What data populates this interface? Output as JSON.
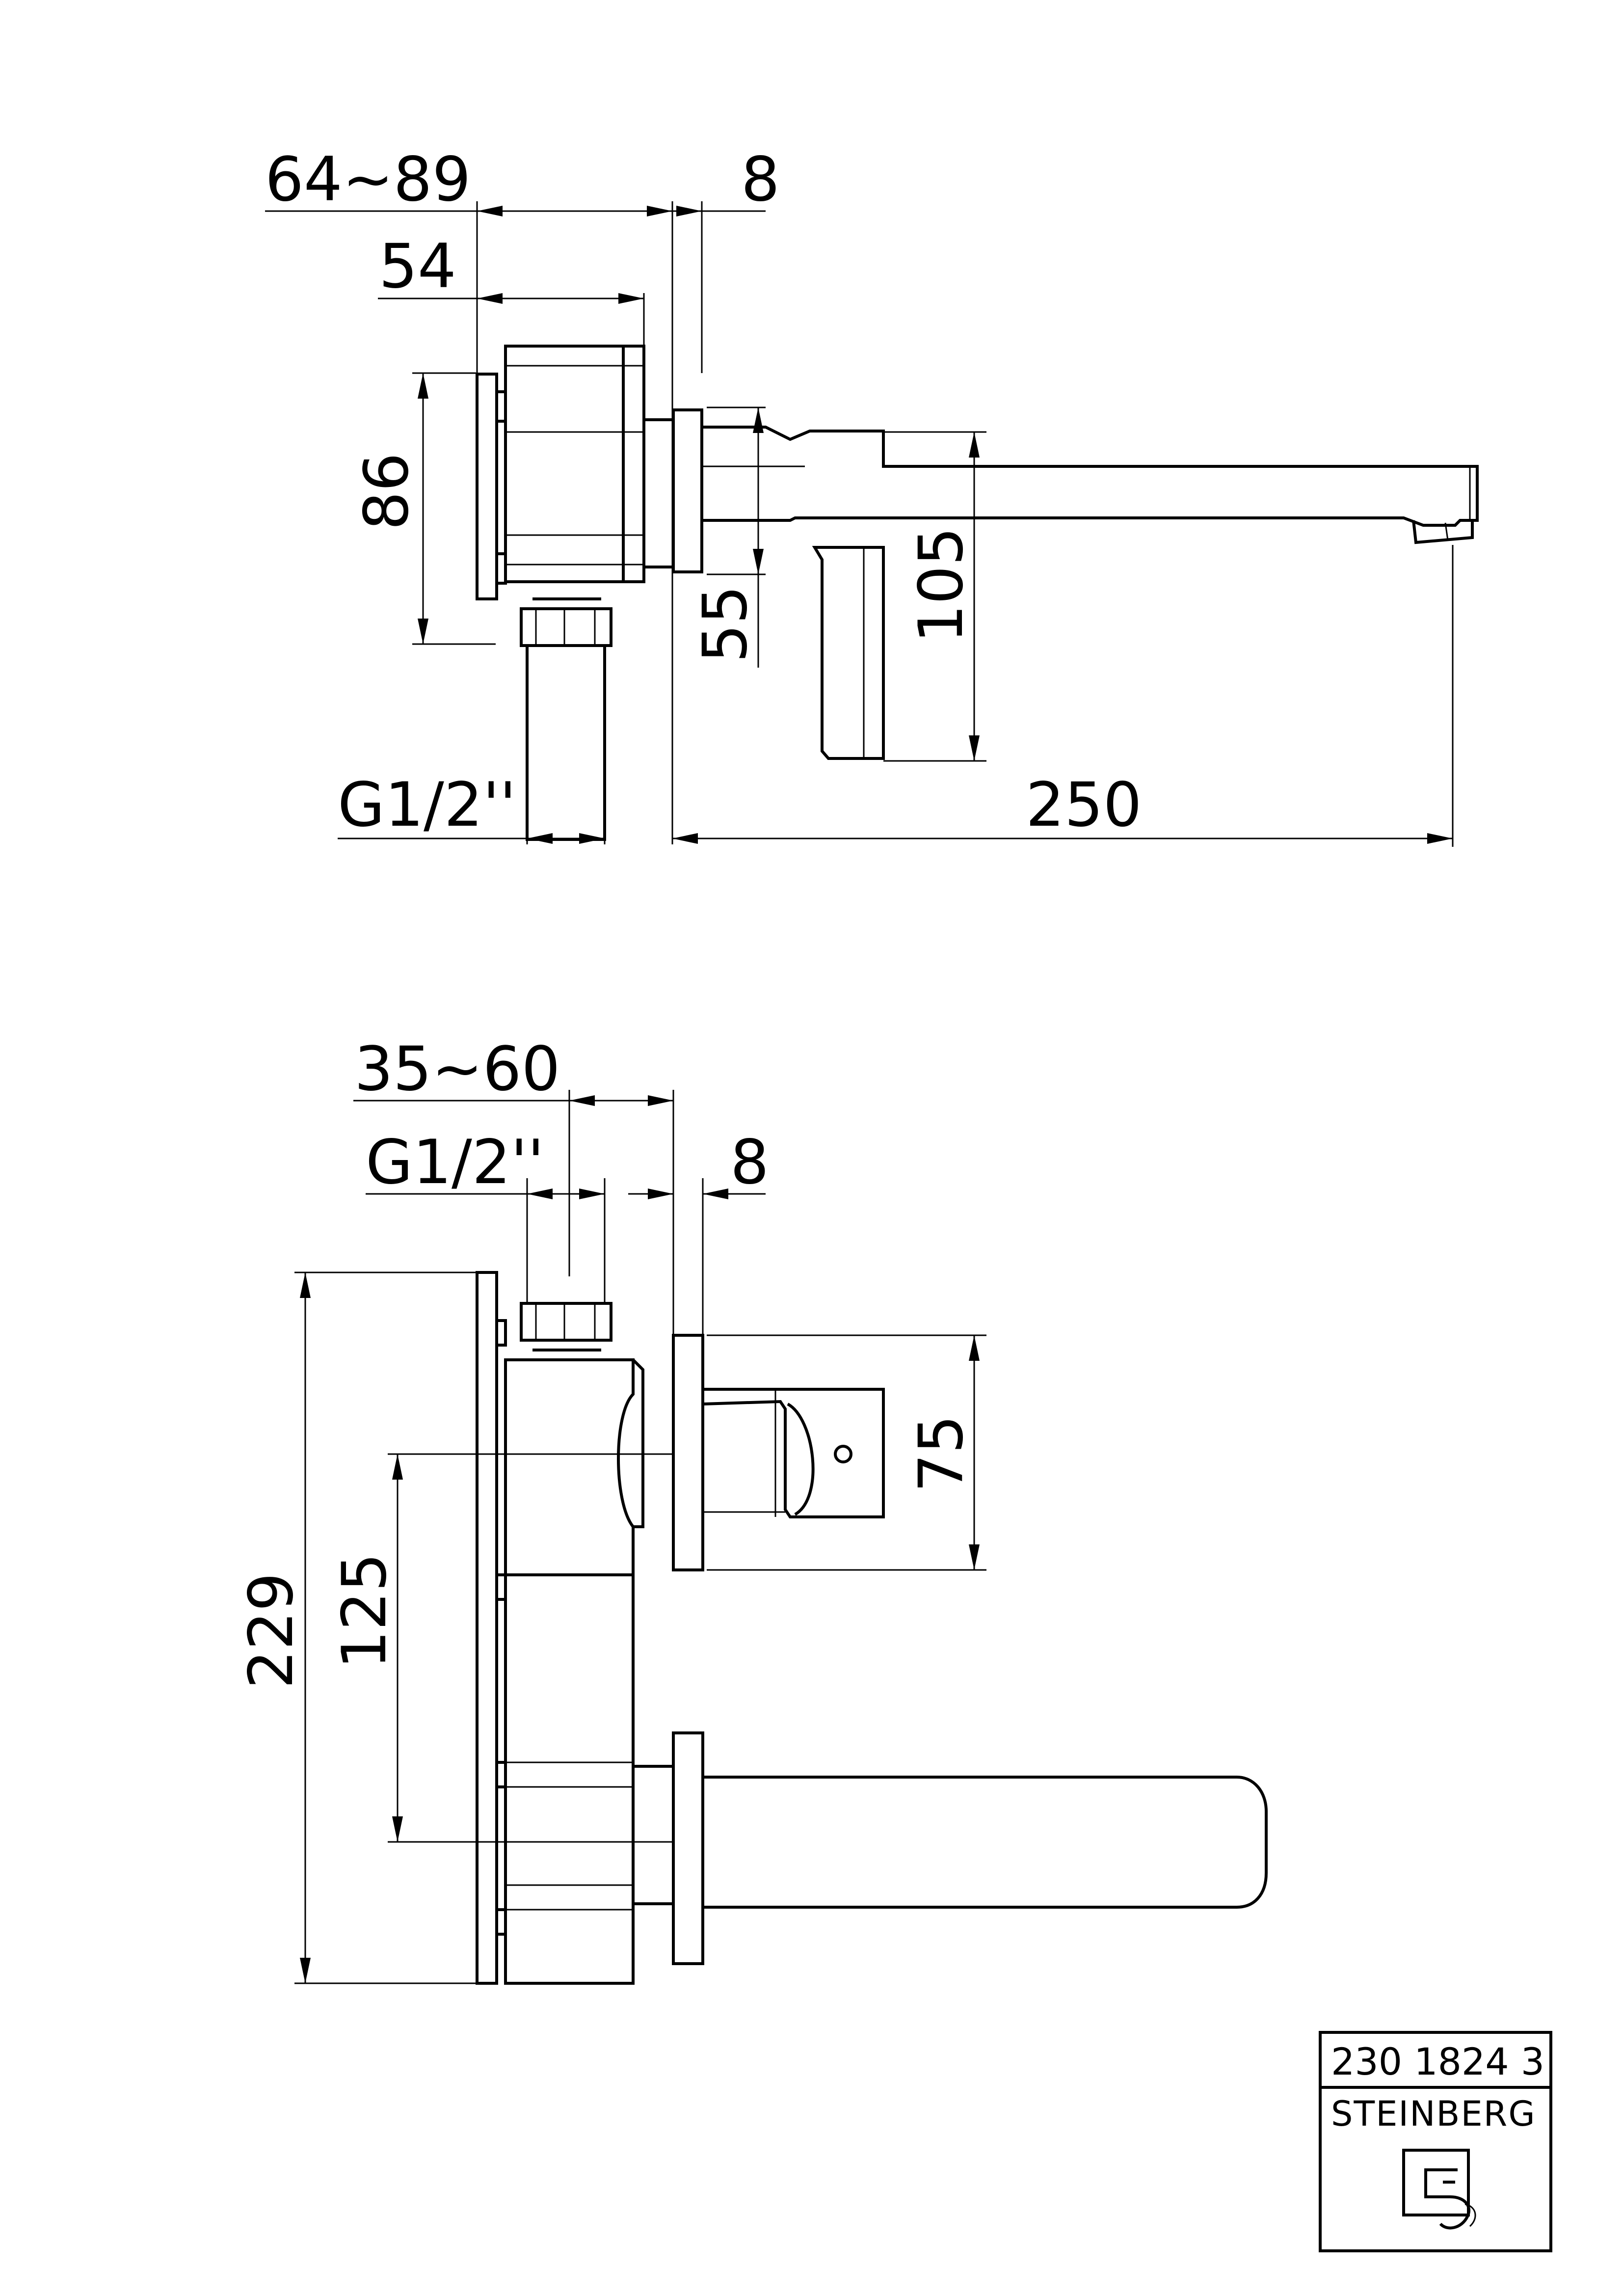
{
  "top_view": {
    "dim_depth_range": "64~89",
    "dim_cover": "8",
    "dim_body_depth": "54",
    "dim_body_height": "86",
    "dim_lever_offset": "55",
    "dim_spout_height": "105",
    "dim_thread": "G1/2''",
    "dim_spout_projection": "250"
  },
  "front_view": {
    "dim_depth_range": "35~60",
    "dim_thread": "G1/2''",
    "dim_cover": "8",
    "dim_lever_height": "75",
    "dim_total_height": "229",
    "dim_centre_distance": "125"
  },
  "title_block": {
    "article_number": "230 1824 3",
    "brand": "STEINBERG",
    "logo": "steinberg-logo"
  }
}
